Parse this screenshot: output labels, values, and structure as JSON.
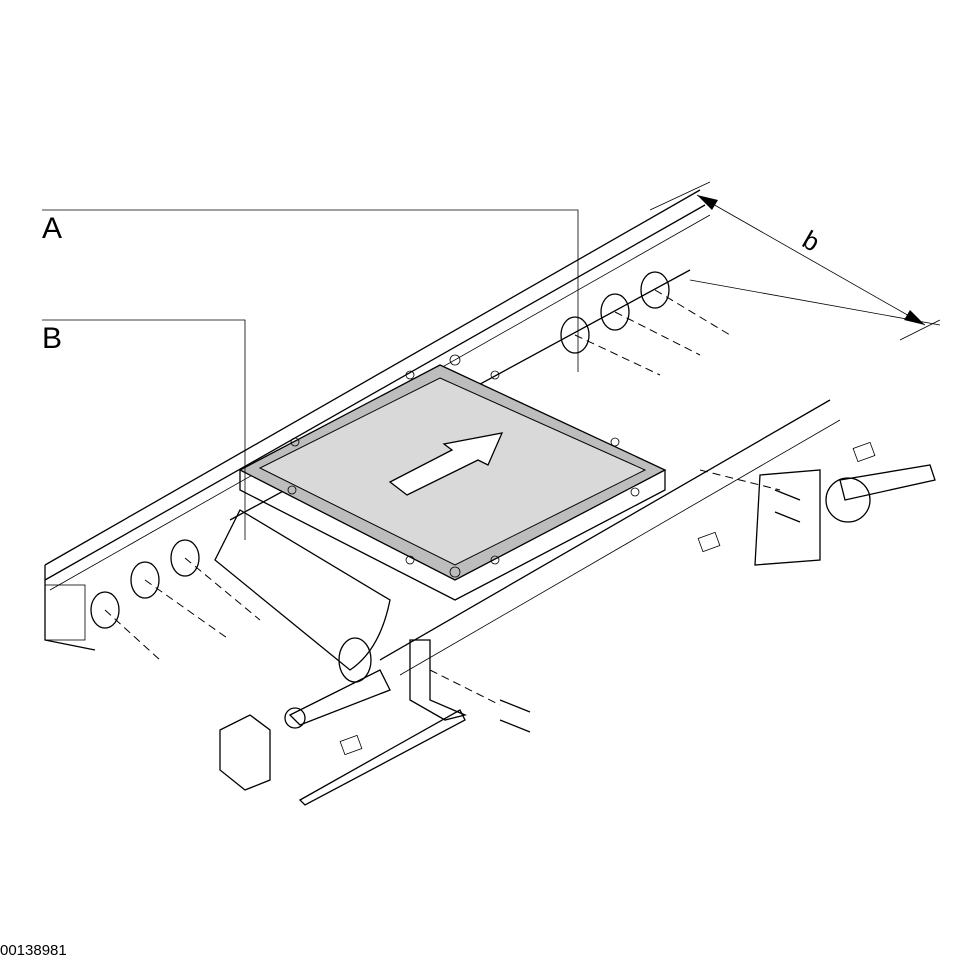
{
  "labels": {
    "a": "A",
    "b": "B",
    "dimension": "b"
  },
  "document_id": "00138981",
  "colors": {
    "pallet_fill": "#d9d9d9",
    "corner_fill": "#bdbdbd",
    "line": "#000000"
  }
}
